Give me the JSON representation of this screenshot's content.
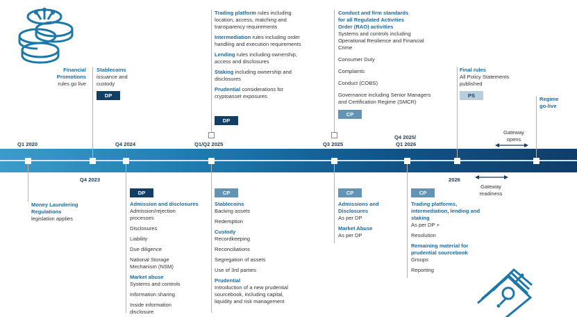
{
  "timeline": {
    "quarters": {
      "q1_2020": "Q1 2020",
      "q4_2023": "Q4 2023",
      "q4_2024": "Q4 2024",
      "q1q2_2025": "Q1/Q2 2025",
      "q3_2025": "Q3 2025",
      "q4_2025_line1": "Q4 2025/",
      "q4_2025_line2": "Q1 2026",
      "y2026": "2026"
    },
    "gateway_opens": [
      "Gateway",
      "opens"
    ],
    "gateway_readiness": [
      "Gateway",
      "readiness"
    ],
    "colors": {
      "bar_start": "#3b9cc9",
      "bar_end": "#0f3d6a",
      "accent": "#1c6aa0",
      "dp": "#123f66",
      "cp": "#6394b5",
      "ps": "#b9cdda"
    }
  },
  "top": {
    "financial_promotions": {
      "title": [
        "Financial",
        "Promotions"
      ],
      "text": "rules go live"
    },
    "stablecoins": {
      "title": "Stablecoins",
      "text": [
        "issuance and",
        "custody"
      ],
      "badge": "DP"
    },
    "trading": {
      "items": [
        {
          "title": "Trading platform",
          "rest": " rules including",
          "lines": [
            "location, access, matching and",
            "transparency requirements"
          ]
        },
        {
          "title": "Intermediation",
          "rest": " rules including order",
          "lines": [
            "handling and execution requirements"
          ]
        },
        {
          "title": "Lending",
          "rest": " rules including ownership,",
          "lines": [
            "access and disclosures"
          ]
        },
        {
          "title": "Staking",
          "rest": " including ownership and",
          "lines": [
            "disclosures"
          ]
        },
        {
          "title": "Prudential",
          "rest": " considerations for",
          "lines": [
            "cryptoasset exposures"
          ]
        }
      ],
      "badge": "DP"
    },
    "conduct": {
      "title": [
        "Conduct and firm standards",
        "for all Regulated Activities",
        "Order (RAO) activities"
      ],
      "items": [
        [
          "Systems and controls including",
          "Operational Resilience and Financial",
          "Crime"
        ],
        [
          "Consumer Duty"
        ],
        [
          "Complaints"
        ],
        [
          "Conduct (COBS)"
        ],
        [
          "Governance including Senior Managers",
          "and Certification Regime (SMCR)"
        ]
      ],
      "badge": "CP"
    },
    "final_rules": {
      "title": "Final rules",
      "text": [
        "All Policy Statements",
        "published"
      ],
      "badge": "PS"
    },
    "regime": {
      "title": [
        "Regime",
        "go-live"
      ]
    }
  },
  "bottom": {
    "money_laundering": {
      "title": [
        "Money Laundering",
        "Regulations"
      ],
      "text": "legislation applies"
    },
    "dp_2024": {
      "badge": "DP",
      "sections": [
        {
          "title": "Admission and disclosures",
          "items": [
            [
              "Admission/rejection",
              "processes"
            ],
            [
              "Disclosures"
            ],
            [
              "Liability"
            ],
            [
              "Due diligence"
            ],
            [
              "National Storage",
              "Mechanism (NSM)"
            ]
          ]
        },
        {
          "title": "Market abuse",
          "items": [
            [
              "Systems and controls"
            ],
            [
              "Information sharing"
            ],
            [
              "Inside information",
              "disclosure"
            ]
          ]
        }
      ]
    },
    "cp_2025": {
      "badge": "CP",
      "sections": [
        {
          "title": "Stablecoins",
          "items": [
            [
              "Backing assets"
            ],
            [
              "Redemption"
            ]
          ]
        },
        {
          "title": "Custody",
          "items": [
            [
              "Recordkeeping"
            ],
            [
              "Reconciliations"
            ],
            [
              "Segregation of assets"
            ],
            [
              "Use of 3rd parties"
            ]
          ]
        },
        {
          "title": "Prudential",
          "items": [
            [
              "Introduction of a new prudential",
              "sourcebook, including capital,",
              "liquidity and risk management"
            ]
          ]
        }
      ]
    },
    "cp_q3": {
      "badge": "CP",
      "sections": [
        {
          "title": "Admissions and Disclosures",
          "title_lines": [
            "Admissions and",
            "Disclosures"
          ],
          "items": [
            [
              "As per DP"
            ]
          ]
        },
        {
          "title": "Market Abuse",
          "items": [
            [
              "As per DP"
            ]
          ]
        }
      ]
    },
    "cp_q4": {
      "badge": "CP",
      "sections": [
        {
          "title_lines": [
            "Trading platforms,",
            "intermediation, lending and",
            "staking"
          ],
          "items": [
            [
              "As per DP +"
            ],
            [
              "Resolution"
            ]
          ]
        },
        {
          "title_lines": [
            "Remaining material for",
            "prudential sourcebook"
          ],
          "items": [
            [
              "Groups"
            ],
            [
              "Reporting"
            ]
          ]
        }
      ]
    }
  }
}
